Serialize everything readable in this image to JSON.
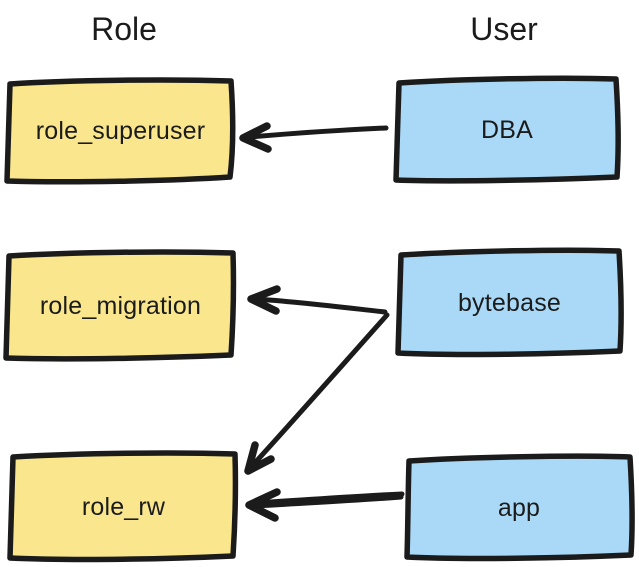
{
  "diagram": {
    "headings": {
      "left": "Role",
      "right": "User"
    },
    "roles": [
      {
        "label": "role_superuser"
      },
      {
        "label": "role_migration"
      },
      {
        "label": "role_rw"
      }
    ],
    "users": [
      {
        "label": "DBA"
      },
      {
        "label": "bytebase"
      },
      {
        "label": "app"
      }
    ],
    "edges": [
      {
        "from": "DBA",
        "to": "role_superuser"
      },
      {
        "from": "bytebase",
        "to": "role_migration"
      },
      {
        "from": "bytebase",
        "to": "role_rw"
      },
      {
        "from": "app",
        "to": "role_rw"
      }
    ],
    "colors": {
      "role_fill": "#FAE78D",
      "user_fill": "#A9D9F7",
      "line": "#1B1B1B",
      "background": "#FFFFFF"
    }
  }
}
